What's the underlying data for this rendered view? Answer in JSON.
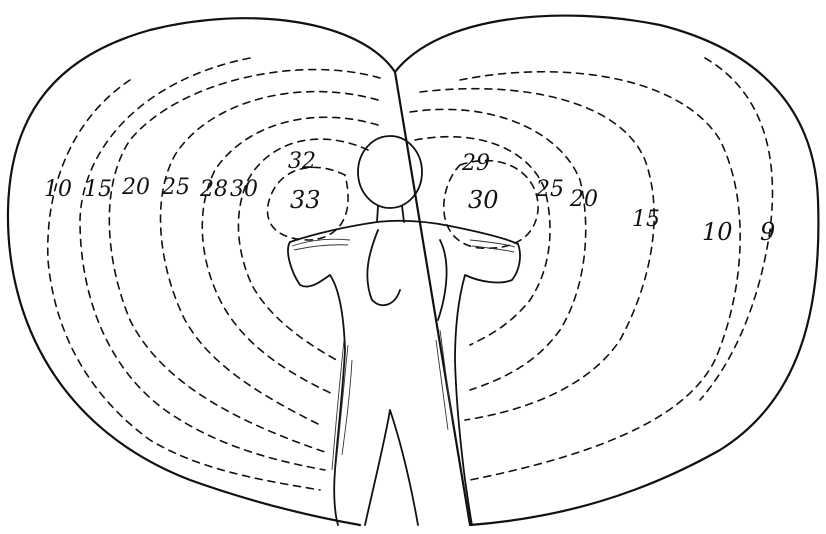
{
  "contour_labels": {
    "left": [
      "10",
      "15",
      "20",
      "25",
      "28",
      "30",
      "32",
      "33"
    ],
    "right": [
      "29",
      "30",
      "25",
      "20",
      "15",
      "10",
      "9"
    ]
  }
}
